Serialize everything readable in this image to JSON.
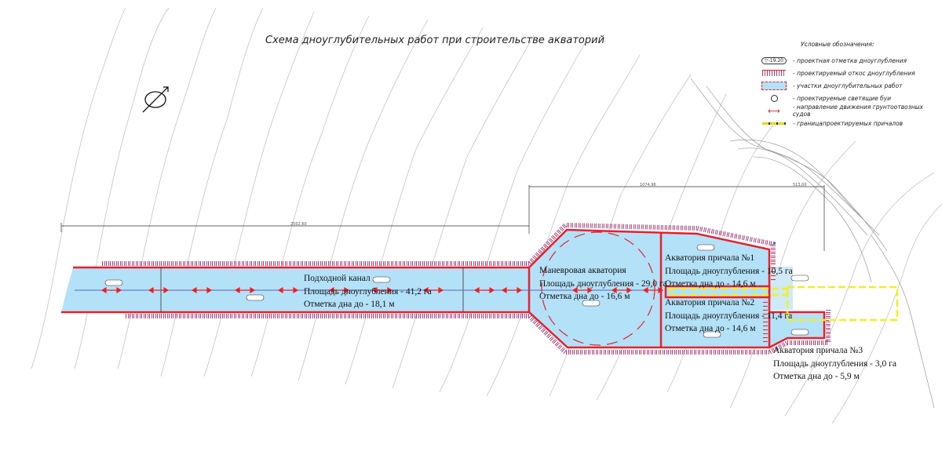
{
  "title": "Схема дноуглубительных работ при строительстве акваторий",
  "legend": {
    "heading": "Условные обозначения:",
    "items": [
      {
        "icon": "depth-mark-icon",
        "symbol": "▽-19.20",
        "label": "- проектная отметка дноуглубления"
      },
      {
        "icon": "slope-hatch-icon",
        "label": "- проектируемый откос дноуглубления"
      },
      {
        "icon": "dredging-area-icon",
        "label": "- участки дноуглубительных работ"
      },
      {
        "icon": "buoy-icon",
        "label": "- проектируемые светящие буи"
      },
      {
        "icon": "arrow-both-icon",
        "label": "- направление движения грунтоотвозных судов"
      },
      {
        "icon": "yellow-dash-icon",
        "label": "- границапроектируемых причалов"
      }
    ]
  },
  "areas": {
    "channel": {
      "name": "Подходной канал",
      "area": "Площадь дноуглубления - 41,2 га",
      "depth": "Отметка дна до - 18,1 м"
    },
    "maneuver": {
      "name": "Маневровая акватория",
      "area": "Площадь дноуглубления - 29,0 га",
      "depth": "Отметка дна до - 16,6 м"
    },
    "berth1": {
      "name": "Акватория причала №1",
      "area": "Площадь дноуглубления - 10,5 га",
      "depth": "Отметка дна до - 14,6 м"
    },
    "berth2": {
      "name": "Акватория причала №2",
      "area": "Площадь дноуглубления - 11,4 га",
      "depth": "Отметка дна до - 14,6 м"
    },
    "berth3": {
      "name": "Акватория причала №3",
      "area": "Площадь дноуглубления - 3,0 га",
      "depth": "Отметка дна до - 5,9 м"
    }
  },
  "dimensions": [
    "2502,60",
    "1074,96",
    "513,00"
  ],
  "colors": {
    "water": "#b3e1f7",
    "boundary": "#e8202a",
    "berth_line": "#f5ef1a",
    "hatch_blue": "#5a63c8"
  }
}
